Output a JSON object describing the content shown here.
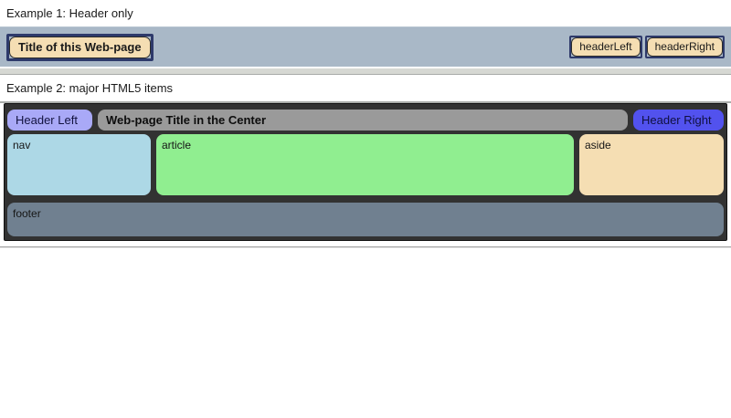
{
  "example1": {
    "heading": "Example 1: Header only",
    "title_box": "Title of this Web-page",
    "header_left": "headerLeft",
    "header_right": "headerRight"
  },
  "example2": {
    "heading": "Example 2: major HTML5 items",
    "header_left": "Header Left",
    "title": "Web-page Title in the Center",
    "header_right": "Header Right",
    "nav_label": "nav",
    "article_label": "article",
    "aside_label": "aside",
    "footer_label": "footer"
  },
  "colors": {
    "example1_header_bg": "#a9b8c7",
    "badge_border": "#2e3a6b",
    "badge_bg": "#f5deb3",
    "container_bg": "#323232",
    "header_left_bg": "#a9a9f7",
    "title_bar_bg": "#9a9a9a",
    "header_right_bg": "#5252ee",
    "nav_bg": "#add8e6",
    "article_bg": "#90ee90",
    "aside_bg": "#f5deb3",
    "footer_bg": "#708090"
  }
}
